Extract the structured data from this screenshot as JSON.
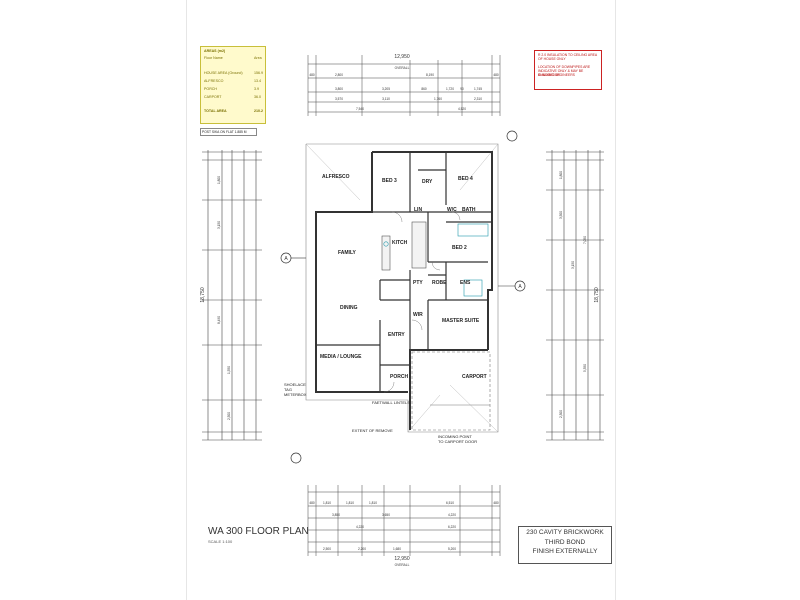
{
  "plan": {
    "title": "WA 300 FLOOR PLAN",
    "scale": "SCALE 1:100",
    "brick_note": [
      "230 CAVITY BRICKWORK",
      "THIRD BOND",
      "FINISH EXTERNALLY"
    ],
    "post_note": "POST SIKA ON FLAT 1.885 M",
    "section_marker": "A",
    "areas_box": {
      "title": "AREAS (m2)",
      "header": [
        "Floor Name",
        "Area"
      ],
      "rows": [
        {
          "label": "HOUSE AREA (Ground)",
          "value": "156.9"
        },
        {
          "label": "ALFRESCO",
          "value": "13.4"
        },
        {
          "label": "PORCH",
          "value": "3.9"
        },
        {
          "label": "CARPORT",
          "value": "36.0"
        }
      ],
      "total_label": "TOTAL AREA",
      "total_value": "210.2"
    },
    "notes_box": [
      "R 2.0 INSULATION TO CEILING AREA",
      "OF HOUSE ONLY",
      "",
      "LOCATION OF DOWNPIPES ARE",
      "INDICATIVE ONLY & MAY BE CHANGED AT",
      "BUILDING ENGINEERS"
    ],
    "rooms": {
      "alfresco": "ALFRESCO",
      "bed3": "BED 3",
      "bed4": "BED 4",
      "dry": "DRY",
      "bath": "BATH",
      "wc": "W/C",
      "lin": "LIN",
      "kitch": "KITCH",
      "bed2": "BED 2",
      "family": "FAMILY",
      "dining": "DINING",
      "pty": "PTY",
      "ens": "ENS",
      "robe": "ROBE",
      "wir": "WIR",
      "master": "MASTER SUITE",
      "entry": "ENTRY",
      "media": "MEDIA / LOUNGE",
      "porch": "PORCH",
      "carport": "CARPORT"
    },
    "labels": {
      "meterbox": "SHOELACE TAG METERBOX",
      "faeway": "FAETWALL LINTELS",
      "extent": "EXTENT OF REMOVE",
      "carport_door": "INCOMING POINT TO CARPORT DOOR",
      "overall": "OVERALL"
    },
    "dims": {
      "top_overall": "12,950",
      "top_row1": [
        "480",
        "2,800",
        "8,190",
        "480"
      ],
      "top_row2": [
        "3,800",
        "3,205",
        "860",
        "1,720",
        "90",
        "1,745"
      ],
      "top_row3": [
        "3,570",
        "3,110",
        "1,760",
        "2,310"
      ],
      "top_row4": [
        "7,540",
        "4,520"
      ],
      "left_overall": "18,750",
      "left_row": [
        "1,800",
        "3,150",
        "8,490",
        "1,550",
        "2,500"
      ],
      "right_overall": "18,750",
      "right_row": [
        "1,800",
        "3,500",
        "3,150",
        "7,050",
        "5,350",
        "2,300"
      ],
      "bottom_overall": "12,950",
      "bottom_row1": [
        "480",
        "1,810",
        "1,810",
        "1,810",
        "6,510",
        "480"
      ],
      "bottom_row2": [
        "3,850",
        "3,650",
        "4,220"
      ],
      "bottom_row3": [
        "4,220",
        "6,220"
      ],
      "bottom_row4": [
        "2,500",
        "2,200",
        "1,680",
        "5,200"
      ]
    }
  }
}
